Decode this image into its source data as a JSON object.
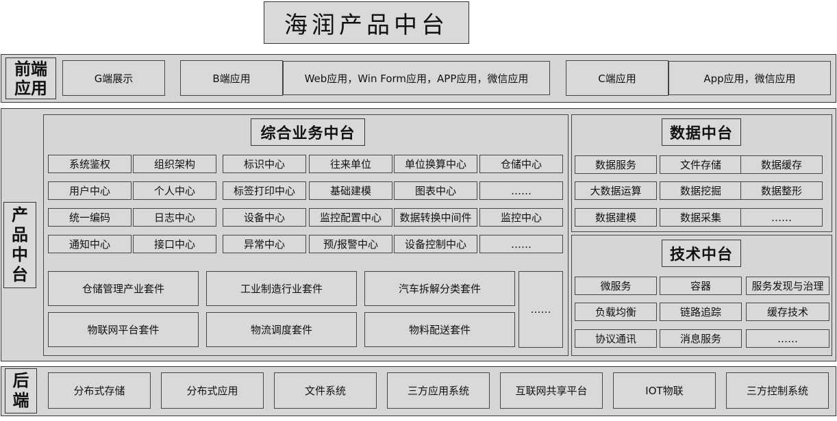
{
  "title": "海润产品中台",
  "frontend": {
    "label_line1": "前端",
    "label_line2": "应用",
    "g_end": "G端展示",
    "b_end": "B端应用",
    "b_apps": "Web应用，Win Form应用，APP应用，微信应用",
    "c_end": "C端应用",
    "c_apps": "App应用，微信应用"
  },
  "product": {
    "label_line1": "产",
    "label_line2": "品",
    "label_line3": "中",
    "label_line4": "台",
    "business": {
      "title": "综合业务中台",
      "rows": [
        [
          "系统鉴权",
          "组织架构",
          "标识中心",
          "往来单位",
          "单位换算中心",
          "仓储中心"
        ],
        [
          "用户中心",
          "个人中心",
          "标签打印中心",
          "基础建模",
          "图表中心",
          "……"
        ],
        [
          "统一编码",
          "日志中心",
          "设备中心",
          "监控配置中心",
          "数据转换中间件",
          "监控中心"
        ],
        [
          "通知中心",
          "接口中心",
          "异常中心",
          "预/报警中心",
          "设备控制中心",
          "……"
        ]
      ],
      "suites": [
        [
          "仓储管理产业套件",
          "工业制造行业套件",
          "汽车拆解分类套件"
        ],
        [
          "物联网平台套件",
          "物流调度套件",
          "物料配送套件"
        ]
      ],
      "suites_more": "……"
    },
    "data": {
      "title": "数据中台",
      "rows": [
        [
          "数据服务",
          "文件存储",
          "数据缓存"
        ],
        [
          "大数据运算",
          "数据挖掘",
          "数据整形"
        ],
        [
          "数据建模",
          "数据采集",
          "……"
        ]
      ]
    },
    "tech": {
      "title": "技术中台",
      "rows": [
        [
          "微服务",
          "容器",
          "服务发现与治理"
        ],
        [
          "负载均衡",
          "链路追踪",
          "缓存技术"
        ],
        [
          "协议通讯",
          "消息服务",
          "……"
        ]
      ]
    }
  },
  "backend": {
    "label_line1": "后",
    "label_line2": "端",
    "items": [
      "分布式存储",
      "分布式应用",
      "文件系统",
      "三方应用系统",
      "互联网共享平台",
      "IOT物联",
      "三方控制系统"
    ]
  }
}
